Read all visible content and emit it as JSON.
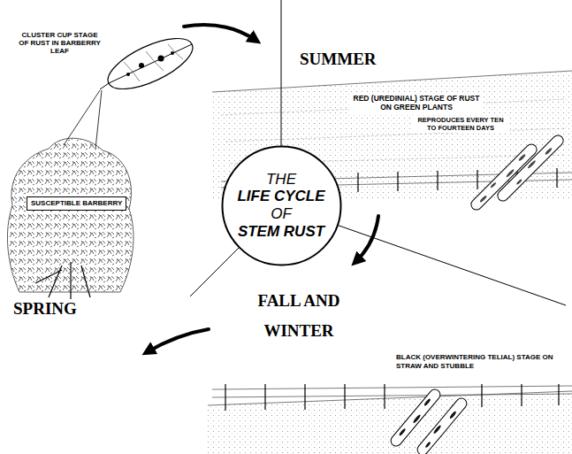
{
  "diagram": {
    "nodes": [
      {
        "text": [
          "THE LIFE CYCLE OF STEM RUST"
        ]
      },
      {
        "text": [
          "SUSCEPTIBLE BARBERRY"
        ]
      }
    ],
    "labels": [
      "CLUSTER CUP STAGE OF RUST IN BARBERRY LEAF",
      "SUMMER",
      "RED (UREDINIAL) STAGE OF RUST ON GREEN PLANTS",
      "REPRODUCES EVERY TEN TO FOURTEEN DAYS",
      "SPRING",
      "FALL AND WINTER",
      "BLACK (OVERWINTERING TELIAL) STAGE ON STRAW AND STUBBLE"
    ]
  }
}
